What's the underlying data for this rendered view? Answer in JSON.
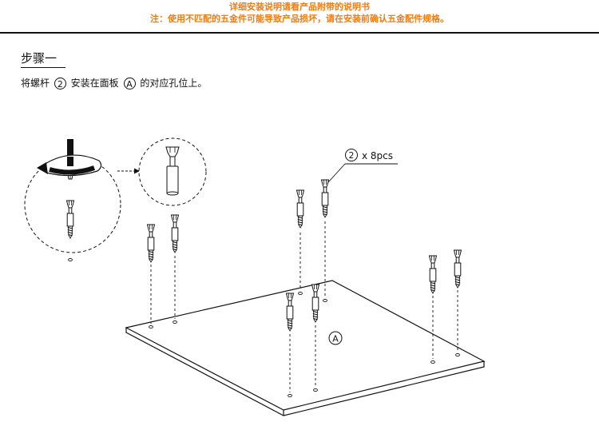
{
  "notice": {
    "line1": "详细安装说明请看产品附带的说明书",
    "line2": "注：使用不匹配的五金件可能导致产品损坏，请在安装前确认五金配件规格。"
  },
  "step": {
    "title": "步骤一",
    "instruction_prefix": "将螺杆",
    "part_number": "2",
    "instruction_middle": "安装在面板",
    "panel_letter": "A",
    "instruction_suffix": "的对应孔位上。"
  },
  "diagram": {
    "part_number": "2",
    "quantity_label": "x 8pcs",
    "panel_letter": "A"
  }
}
